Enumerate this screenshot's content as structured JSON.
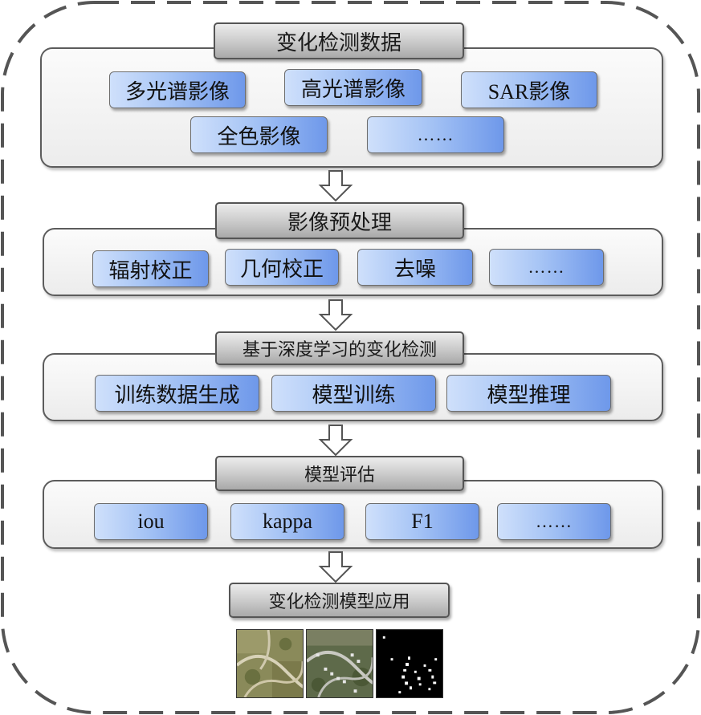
{
  "stages": [
    {
      "title": "变化检测数据",
      "items": [
        "多光谱影像",
        "高光谱影像",
        "SAR影像",
        "全色影像",
        "……"
      ]
    },
    {
      "title": "影像预处理",
      "items": [
        "辐射校正",
        "几何校正",
        "去噪",
        "……"
      ]
    },
    {
      "title": "基于深度学习的变化检测",
      "items": [
        "训练数据生成",
        "模型训练",
        "模型推理"
      ]
    },
    {
      "title": "模型评估",
      "items": [
        "iou",
        "kappa",
        "F1",
        "……"
      ]
    }
  ],
  "final_stage": {
    "title": "变化检测模型应用",
    "images": [
      "before-image-icon",
      "after-image-icon",
      "change-map-icon"
    ]
  },
  "colors": {
    "item_gradient_start": "#cfe0fb",
    "item_gradient_end": "#6e98ea",
    "frame_dash": "#555555"
  }
}
